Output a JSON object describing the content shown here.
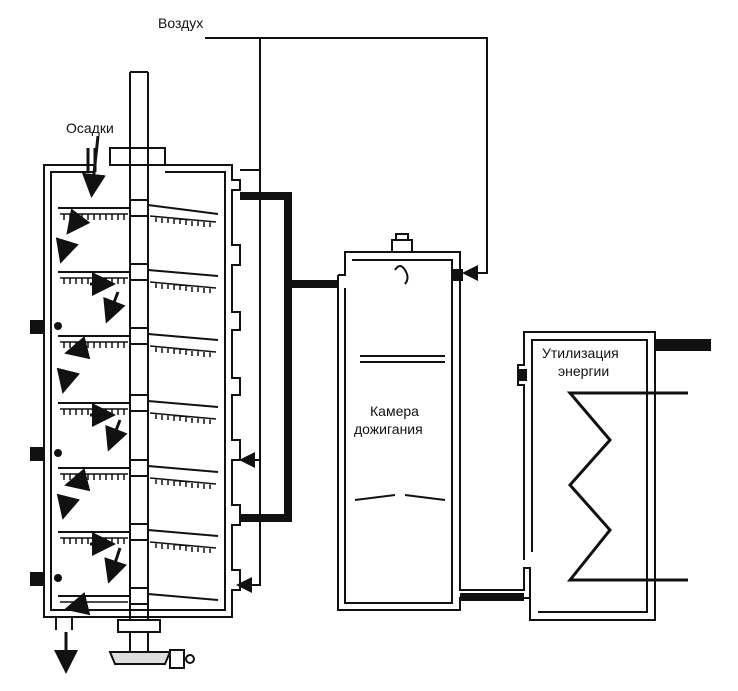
{
  "labels": {
    "air": "Воздух",
    "sludge": "Осадки",
    "afterburner_line1": "Камера",
    "afterburner_line2": "дожигания",
    "energy_line1": "Утилизация",
    "energy_line2": "энергии"
  },
  "colors": {
    "ink": "#111111",
    "paper": "#ffffff"
  }
}
